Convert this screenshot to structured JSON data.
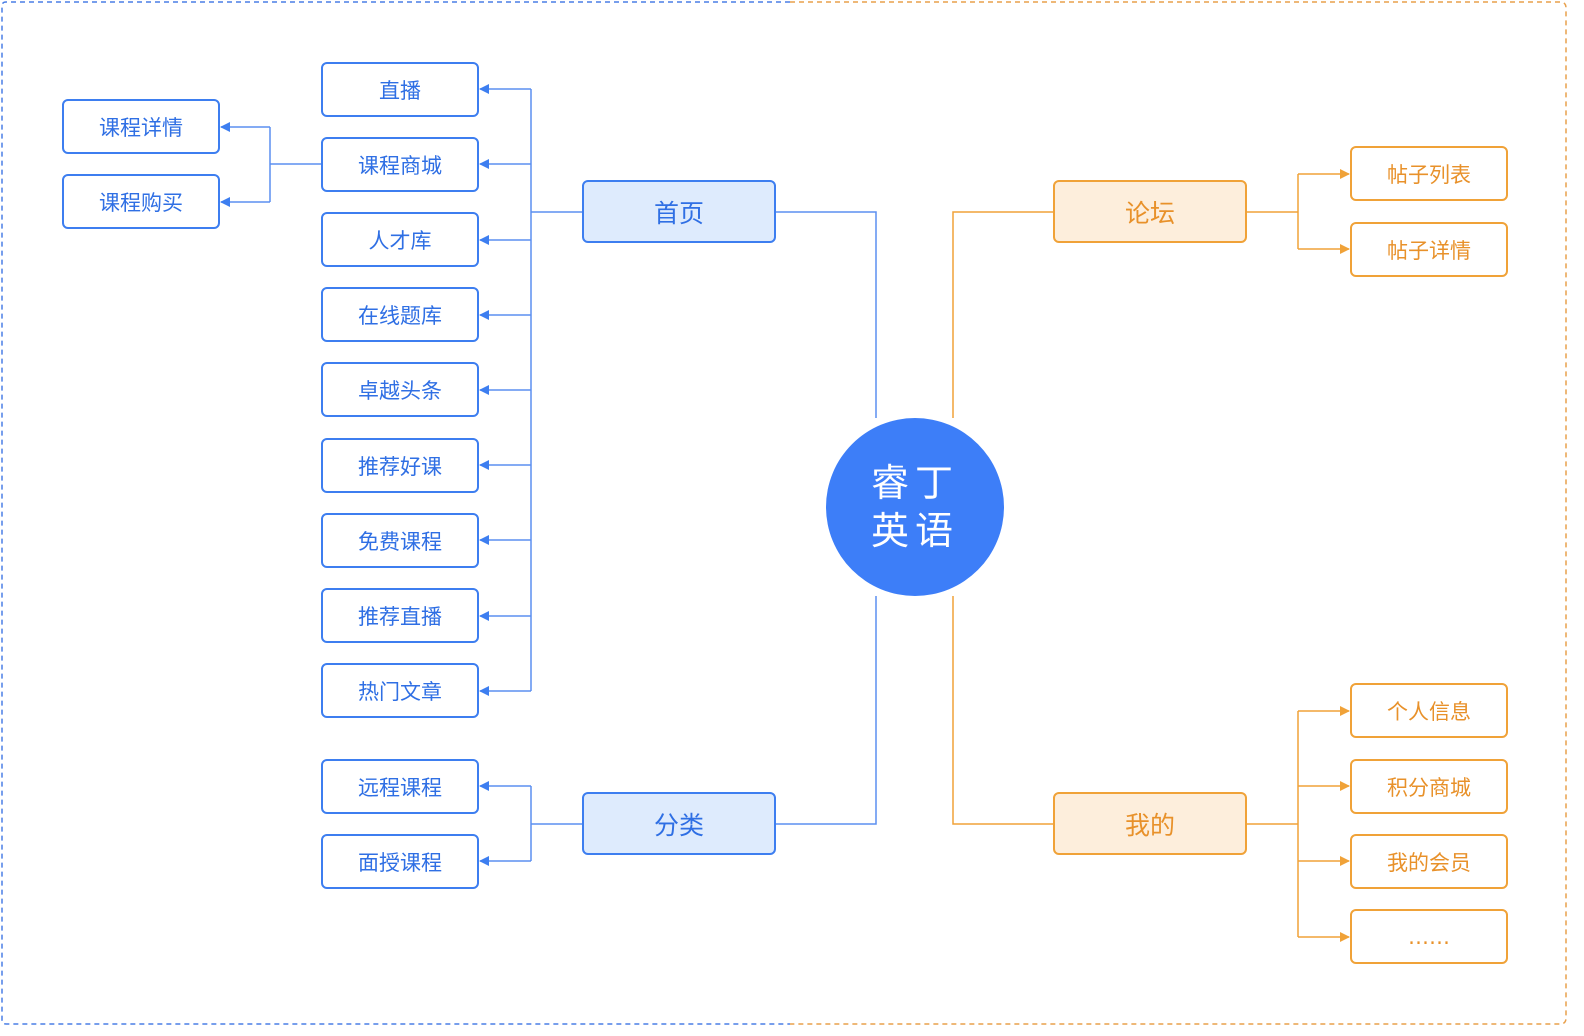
{
  "colors": {
    "blue_line": "#5B8FF0",
    "blue_border": "#3D7EF0",
    "blue_fill": "#DEEBFD",
    "orange_line": "#F0A238",
    "orange_fill": "#FDEEDC",
    "center_fill": "#3D7EF8"
  },
  "center": {
    "line1": "睿丁",
    "line2": "英语"
  },
  "left": {
    "home": {
      "label": "首页",
      "children": [
        "直播",
        "课程商城",
        "人才库",
        "在线题库",
        "卓越头条",
        "推荐好课",
        "免费课程",
        "推荐直播",
        "热门文章"
      ],
      "course_mall_children": [
        "课程详情",
        "课程购买"
      ]
    },
    "category": {
      "label": "分类",
      "children": [
        "远程课程",
        "面授课程"
      ]
    }
  },
  "right": {
    "forum": {
      "label": "论坛",
      "children": [
        "帖子列表",
        "帖子详情"
      ]
    },
    "mine": {
      "label": "我的",
      "children": [
        "个人信息",
        "积分商城",
        "我的会员",
        "……"
      ]
    }
  }
}
